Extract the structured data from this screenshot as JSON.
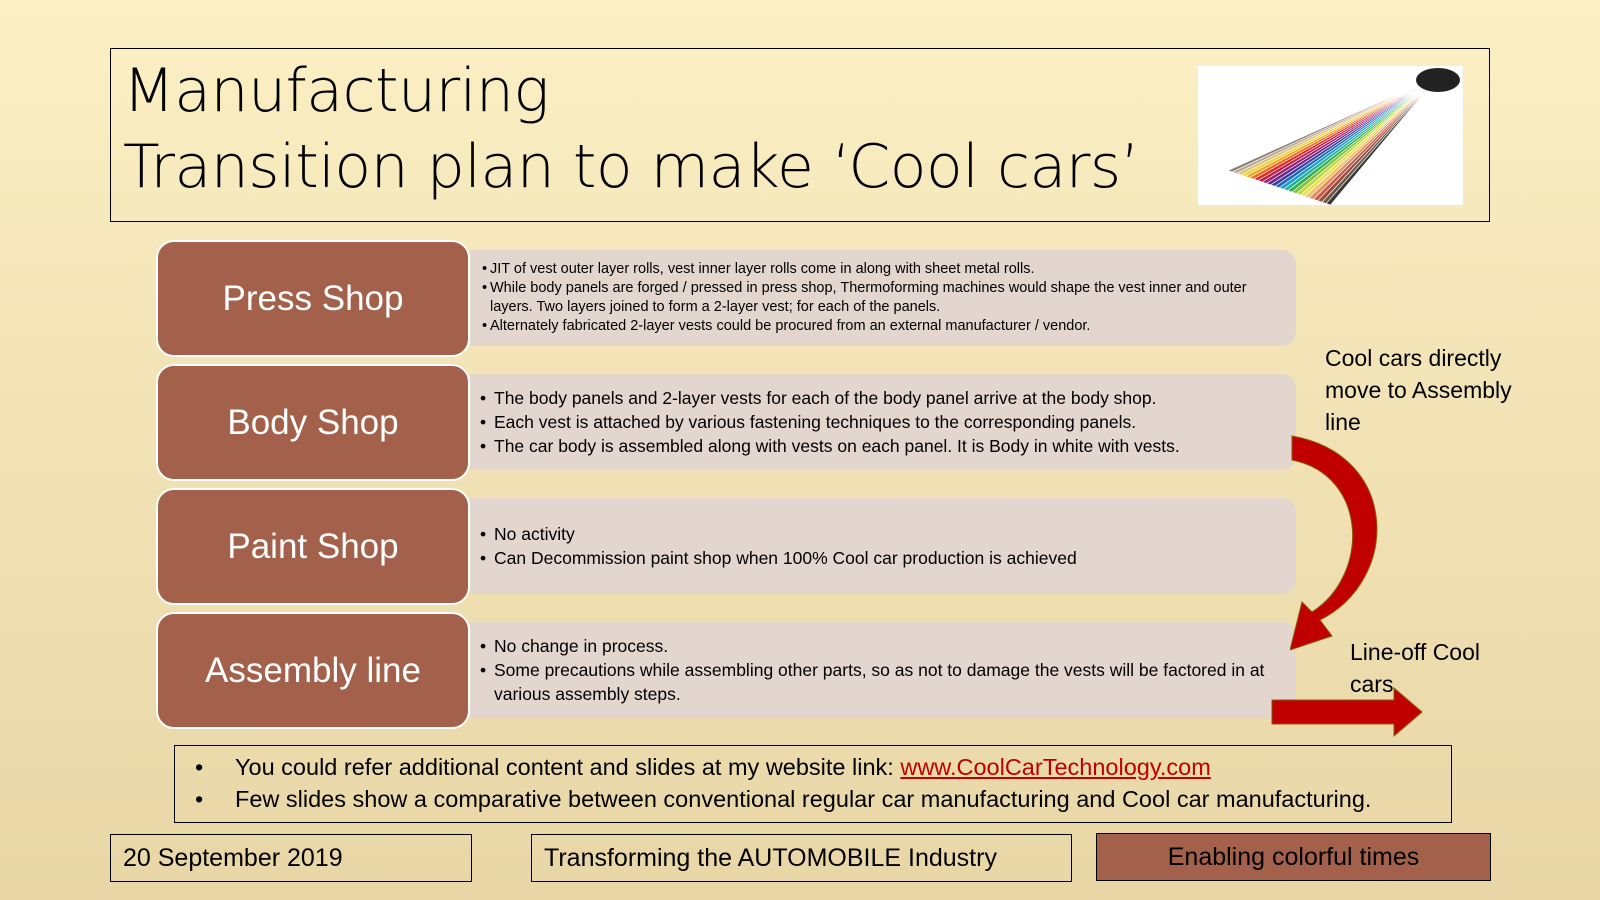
{
  "title": {
    "line1": "Manufacturing",
    "line2": "Transition plan to make ‘Cool cars’"
  },
  "image": {
    "icon": "color-swatch-fan"
  },
  "stages": [
    {
      "label": "Press Shop",
      "bullets": [
        "JIT of vest outer layer rolls, vest inner layer rolls come in along with sheet metal rolls.",
        "While body panels are forged / pressed in press shop, Thermoforming machines would shape the vest inner and outer layers. Two layers joined to form a 2-layer vest; for each of the panels.",
        "Alternately fabricated 2-layer vests could be procured from an external manufacturer / vendor."
      ]
    },
    {
      "label": "Body Shop",
      "bullets": [
        "The body panels and 2-layer vests for each of the body panel arrive at the body shop.",
        "Each vest is attached by various fastening techniques to the corresponding panels.",
        "The car body is assembled along with vests on each panel. It is Body in white with vests."
      ]
    },
    {
      "label": "Paint Shop",
      "bullets": [
        "No activity",
        "Can Decommission paint shop when 100% Cool car production is achieved"
      ]
    },
    {
      "label": "Assembly line",
      "bullets": [
        "No change in process.",
        "Some precautions while assembling other parts, so as not to damage the vests will be factored in at various assembly steps."
      ]
    }
  ],
  "annotations": {
    "cool_cars_move": "Cool cars directly move to Assembly line",
    "line_off": "Line-off Cool cars"
  },
  "info": {
    "line1_prefix": "You could refer additional content and slides at my website link: ",
    "link": "www.CoolCarTechnology.com",
    "line2": "Few slides show a comparative between conventional regular car manufacturing and Cool car manufacturing."
  },
  "footer": {
    "date": "20 September 2019",
    "subject": "Transforming the AUTOMOBILE Industry",
    "tagline": "Enabling colorful times"
  },
  "colors": {
    "stage_fill": "#a3614c",
    "detail_fill": "#e3d6cf",
    "arrow": "#c00000",
    "link": "#c00000",
    "background": "#f7ebbd"
  }
}
